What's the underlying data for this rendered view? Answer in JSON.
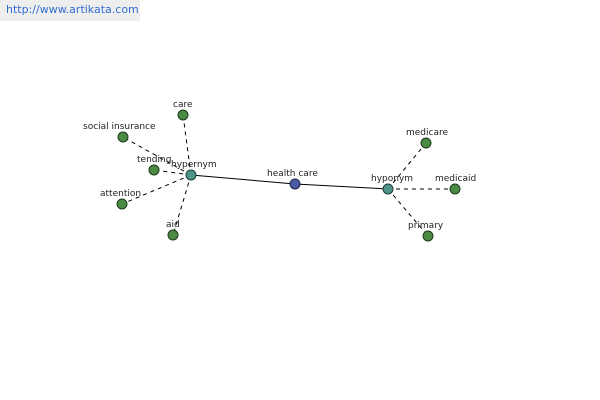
{
  "header": {
    "url_text": "http://www.artikata.com"
  },
  "colors": {
    "leaf": "#4a8a42",
    "hub": "#4e9488",
    "center": "#4a5aa4",
    "link": "#2f6ecf"
  },
  "graph": {
    "center": {
      "label": "health care"
    },
    "hypernym": {
      "label": "hypernym",
      "terms": [
        "care",
        "social insurance",
        "tending",
        "attention",
        "aid"
      ]
    },
    "hyponym": {
      "label": "hyponym",
      "terms": [
        "medicare",
        "medicaid",
        "primary"
      ]
    }
  }
}
